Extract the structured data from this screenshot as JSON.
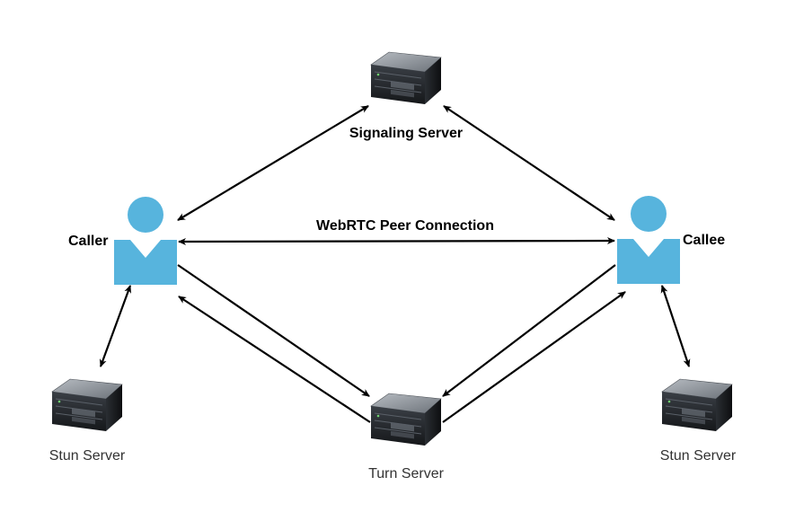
{
  "nodes": {
    "signaling_server": {
      "label": "Signaling Server",
      "icon": "server-icon"
    },
    "caller": {
      "label": "Caller",
      "icon": "user-icon"
    },
    "callee": {
      "label": "Callee",
      "icon": "user-icon"
    },
    "turn_server": {
      "label": "Turn Server",
      "icon": "server-icon"
    },
    "stun_server_left": {
      "label": "Stun Server",
      "icon": "server-icon"
    },
    "stun_server_right": {
      "label": "Stun Server",
      "icon": "server-icon"
    }
  },
  "edges": {
    "peer_connection": {
      "label": "WebRTC Peer Connection"
    }
  },
  "colors": {
    "user": "#57b4dd",
    "server_body": "#1e2126",
    "server_top": "#8d939a",
    "arrow": "#000000"
  }
}
